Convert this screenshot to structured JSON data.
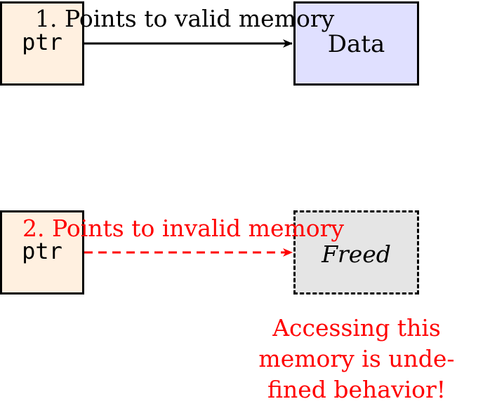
{
  "pointer_label": "ptr",
  "valid": {
    "edge_label": "1. Points to valid memory",
    "target_label": "Data",
    "target_fill": "#e0e0ff"
  },
  "invalid": {
    "edge_label": "2. Points to invalid memory",
    "target_label": "Freed",
    "target_fill": "#e5e5e5",
    "warning_lines": [
      "Accessing this",
      "memory is unde-",
      "fined behavior!"
    ]
  },
  "colors": {
    "pointer_fill": "#fff0e0",
    "warning": "#ff0000",
    "outline": "#000000"
  }
}
